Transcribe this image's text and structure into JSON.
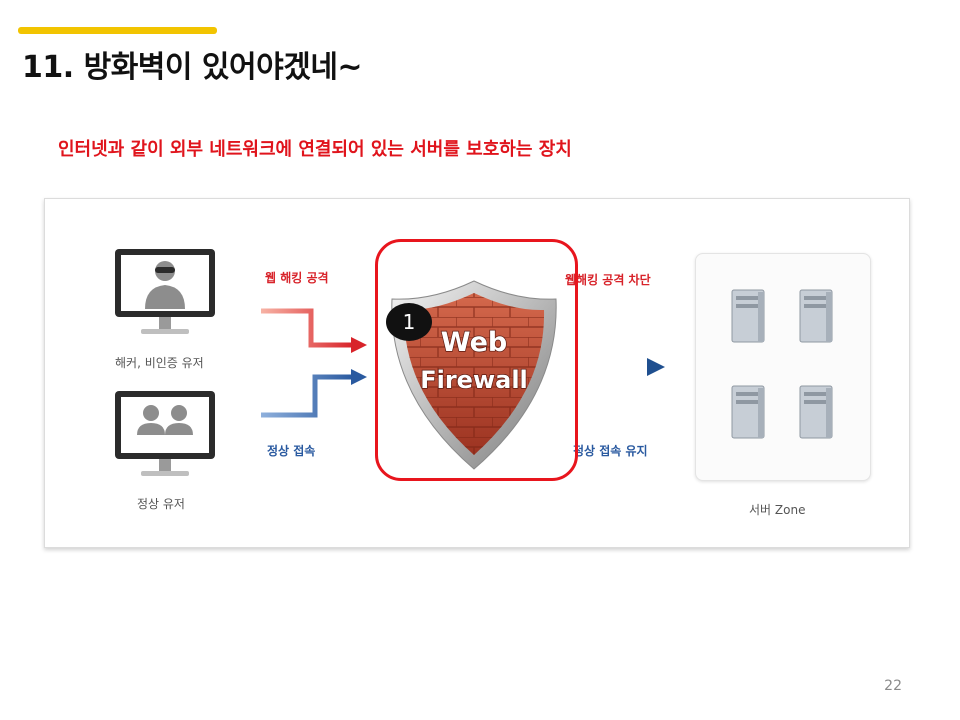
{
  "header": {
    "title": "11. 방화벽이 있어야겠네~",
    "subtitle": "인터넷과 같이 외부 네트워크에 연결되어 있는 서버를 보호하는 장치"
  },
  "diagram": {
    "users": [
      {
        "label": "해커, 비인증 유저",
        "icon": "hacker-icon"
      },
      {
        "label": "정상 유저",
        "icon": "users-icon"
      }
    ],
    "flows": {
      "attack_label": "웹 해킹 공격",
      "normal_label": "정상 접속",
      "blocked_label": "웹해킹 공격 차단",
      "normal_keep_label": "정상 접속 유지"
    },
    "firewall": {
      "line1": "Web",
      "line2": "Firewall",
      "badge": "1"
    },
    "server_zone_label": "서버 Zone"
  },
  "colors": {
    "accent": "#f2c400",
    "subtitle": "#e0141c",
    "attack": "#d8232a",
    "normal": "#2a5aa0",
    "highlight": "#e8151d"
  },
  "page_number": "22"
}
